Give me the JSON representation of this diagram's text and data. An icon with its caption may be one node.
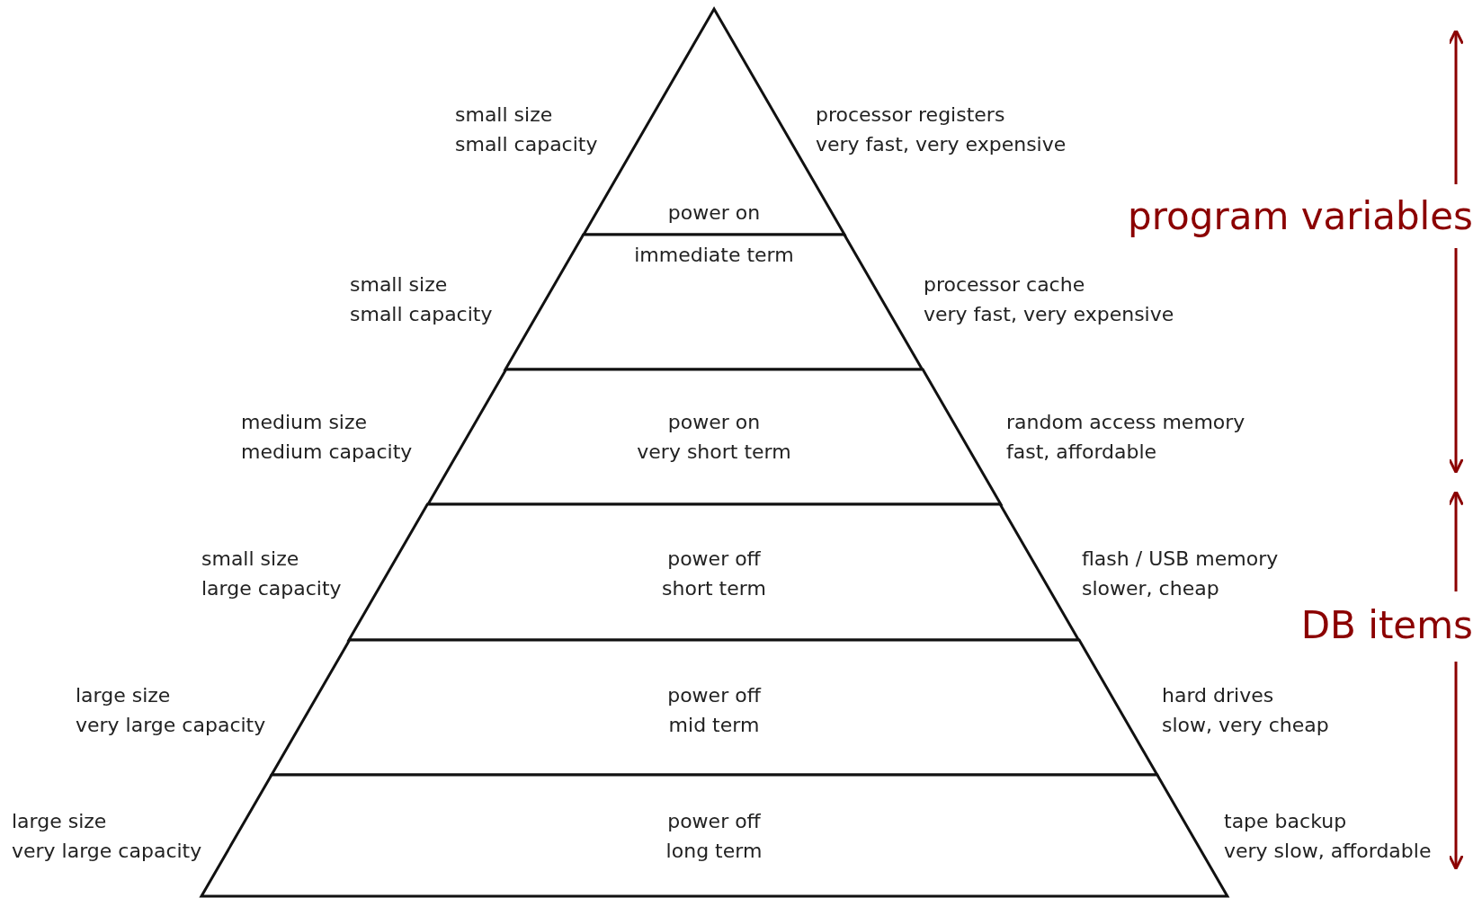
{
  "diagram": {
    "nodes": [
      {
        "text": [
          "power on"
        ],
        "beside": [
          "small size",
          "small capacity",
          "processor registers",
          "very fast, very expensive"
        ]
      },
      {
        "text": [
          "immediate term"
        ],
        "beside": [
          "small size",
          "small capacity",
          "processor cache",
          "very fast, very expensive"
        ]
      },
      {
        "text": [
          "power on",
          "very short term"
        ],
        "beside": [
          "medium size",
          "medium capacity",
          "random access memory",
          "fast, affordable"
        ]
      },
      {
        "text": [
          "power off",
          "short term"
        ],
        "beside": [
          "small size",
          "large capacity",
          "flash / USB memory",
          "slower, cheap"
        ]
      },
      {
        "text": [
          "power off",
          "mid term"
        ],
        "beside": [
          "large size",
          "very large capacity",
          "hard drives",
          "slow, very cheap"
        ]
      },
      {
        "text": [
          "power off",
          "long term"
        ],
        "beside": [
          "large size",
          "very large capacity",
          "tape backup",
          "very slow, affordable"
        ]
      }
    ],
    "edges": [],
    "labels": [
      "program variables",
      "DB items"
    ]
  }
}
